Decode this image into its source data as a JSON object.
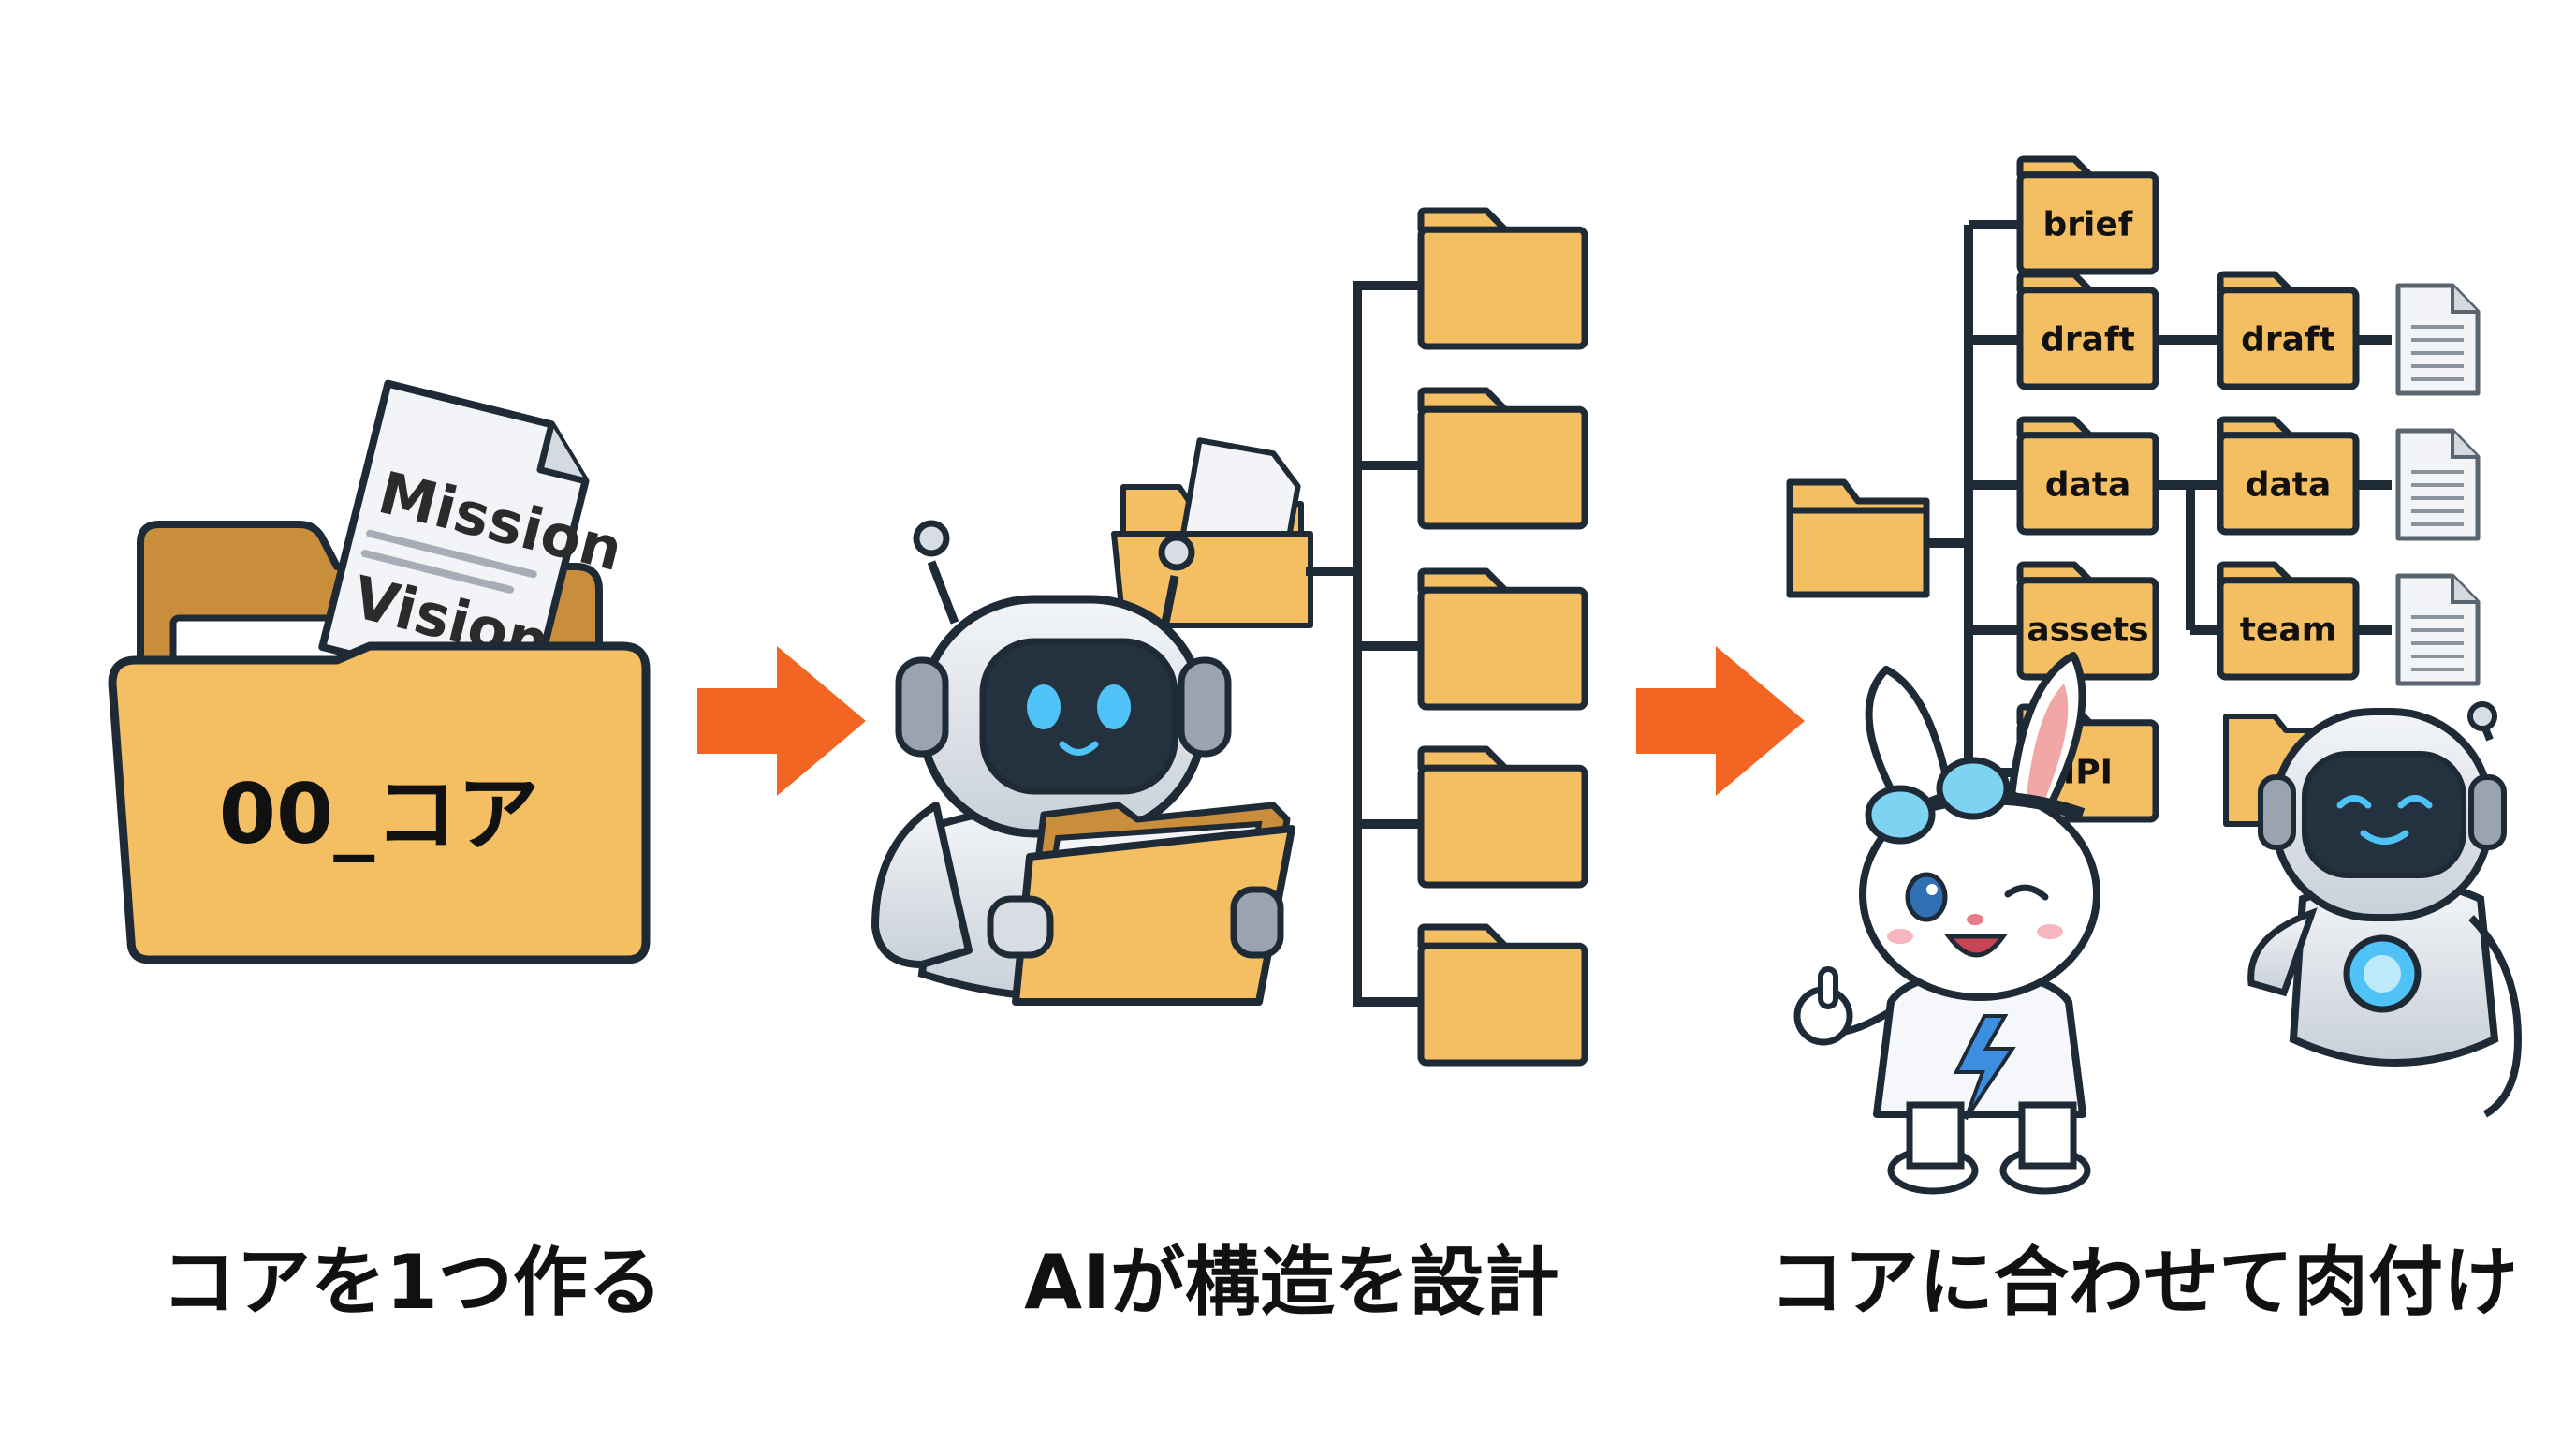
{
  "steps": [
    {
      "caption": "コアを1つ作る",
      "folder_label": "00_コア",
      "doc_line1": "Mission",
      "doc_line2": "Vision"
    },
    {
      "caption": "AIが構造を設計"
    },
    {
      "caption": "コアに合わせて肉付け"
    }
  ],
  "tree": {
    "col1": [
      "brief",
      "draft",
      "data",
      "assets",
      "IPI"
    ],
    "col2": [
      "draft",
      "data",
      "team"
    ]
  },
  "colors": {
    "folder_fill": "#F4BE62",
    "outline": "#1E2A36",
    "arrow": "#F26522",
    "robot_body": "#D8DDE4",
    "robot_visor": "#24313F",
    "robot_eye": "#4FC3F7",
    "doc_paper": "#F2F4F7",
    "bolt": "#3D8EE0"
  },
  "icons": [
    "folder-icon",
    "document-icon",
    "arrow-right-icon",
    "robot-icon",
    "rabbit-icon"
  ]
}
